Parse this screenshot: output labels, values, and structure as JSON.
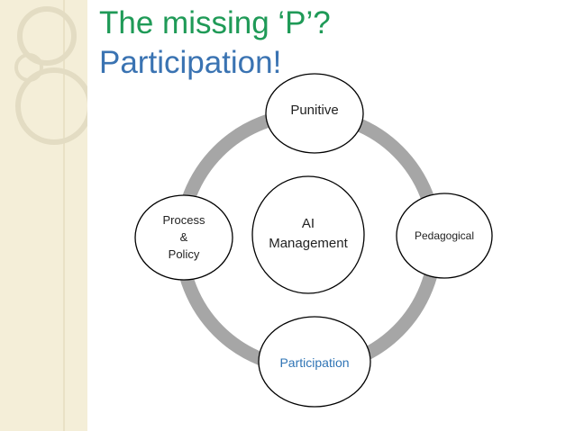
{
  "slide": {
    "title_line1": "The missing ‘P’?",
    "title_line2": "Participation!"
  },
  "diagram": {
    "center": {
      "line1": "AI",
      "line2": "Management"
    },
    "top": "Punitive",
    "right": "Pedagogical",
    "bottom": "Participation",
    "left": {
      "line1": "Process",
      "line2": "&",
      "line3": "Policy"
    }
  },
  "colors": {
    "title_green": "#1f9a57",
    "title_blue": "#3a73b2",
    "ring_gray": "#a6a6a6",
    "participation_blue": "#2f74b5",
    "sidebar_beige": "#f4eed8"
  }
}
